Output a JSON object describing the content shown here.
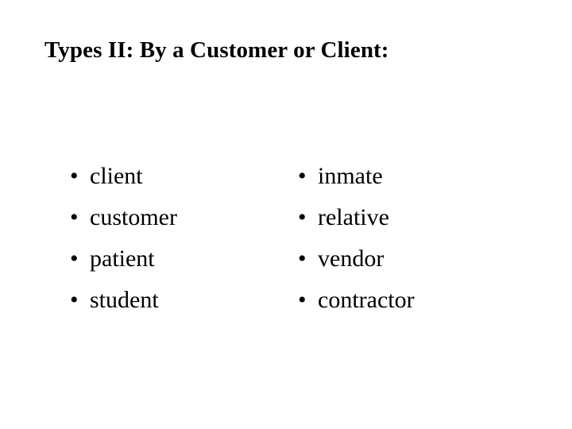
{
  "slide": {
    "title": "Types II: By a Customer or Client:",
    "background_color": "#ffffff",
    "text_color": "#000000",
    "bullet_glyph": "•",
    "columns": [
      {
        "name": "left-column",
        "items": [
          {
            "label": "client"
          },
          {
            "label": "customer"
          },
          {
            "label": "patient"
          },
          {
            "label": "student"
          }
        ]
      },
      {
        "name": "right-column",
        "items": [
          {
            "label": "inmate"
          },
          {
            "label": "relative"
          },
          {
            "label": "vendor"
          },
          {
            "label": "contractor"
          }
        ]
      }
    ]
  }
}
